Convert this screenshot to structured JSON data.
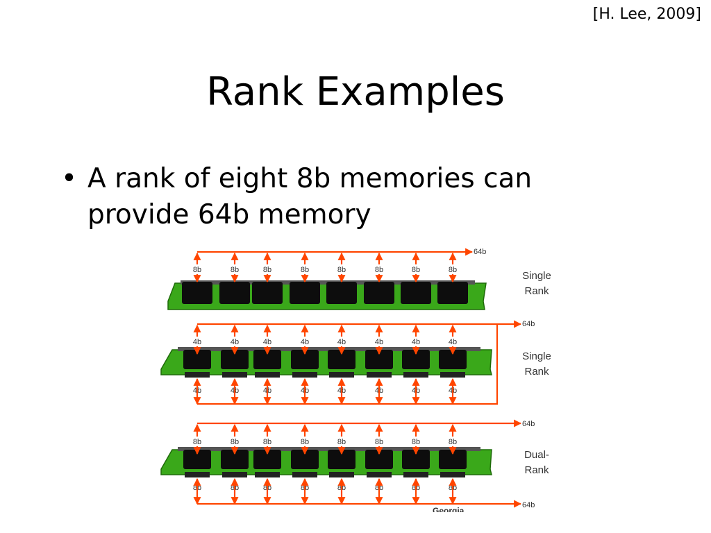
{
  "citation": "[H. Lee, 2009]",
  "title": "Rank Examples",
  "bullets": [
    "A rank of eight 8b memories can provide 64b memory"
  ],
  "diagram": {
    "colors": {
      "arrow": "#ff4500",
      "pcb": "#3aa81a",
      "pcb_edge": "#1f6b0a",
      "chip": "#0d0d0d"
    },
    "modules": [
      {
        "name": "single-rank-x8",
        "rank_label": [
          "Single",
          "Rank"
        ],
        "top_chip_labels": [
          "8b",
          "8b",
          "8b",
          "8b",
          "8b",
          "8b",
          "8b",
          "8b"
        ],
        "bottom_chip_labels": [],
        "bus_labels": [
          "64b"
        ]
      },
      {
        "name": "single-rank-x4",
        "rank_label": [
          "Single",
          "Rank"
        ],
        "top_chip_labels": [
          "4b",
          "4b",
          "4b",
          "4b",
          "4b",
          "4b",
          "4b",
          "4b"
        ],
        "bottom_chip_labels": [
          "4b",
          "4b",
          "4b",
          "4b",
          "4b",
          "4b",
          "4b",
          "4b"
        ],
        "bus_labels": [
          "64b"
        ]
      },
      {
        "name": "dual-rank",
        "rank_label": [
          "Dual-",
          "Rank"
        ],
        "top_chip_labels": [
          "8b",
          "8b",
          "8b",
          "8b",
          "8b",
          "8b",
          "8b",
          "8b"
        ],
        "bottom_chip_labels": [
          "8b",
          "8b",
          "8b",
          "8b",
          "8b",
          "8b",
          "8b",
          "8b"
        ],
        "bus_labels": [
          "64b",
          "64b"
        ]
      }
    ],
    "watermark": "Georgia"
  }
}
